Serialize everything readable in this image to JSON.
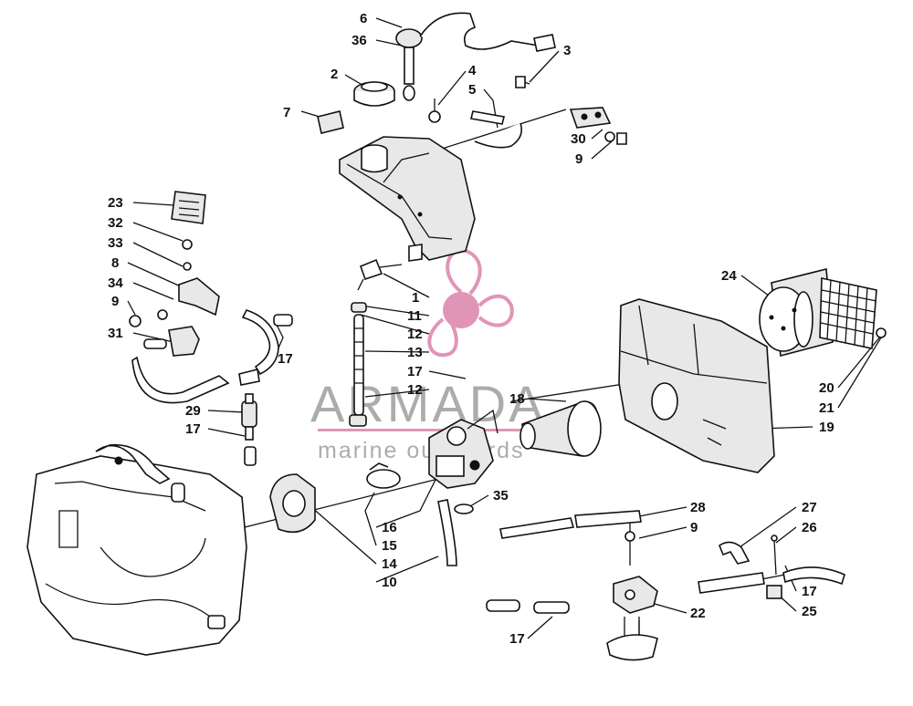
{
  "watermark": {
    "title": "ARMADA",
    "subtitle": "marine outboards",
    "accent_color": "#d4699a"
  },
  "part_labels": [
    "6",
    "36",
    "3",
    "2",
    "4",
    "5",
    "7",
    "30",
    "9",
    "23",
    "32",
    "33",
    "8",
    "34",
    "9",
    "31",
    "1",
    "11",
    "12",
    "13",
    "24",
    "17",
    "17",
    "12",
    "18",
    "20",
    "21",
    "19",
    "29",
    "17",
    "35",
    "16",
    "15",
    "14",
    "10",
    "28",
    "9",
    "27",
    "26",
    "17",
    "25",
    "22",
    "17"
  ]
}
